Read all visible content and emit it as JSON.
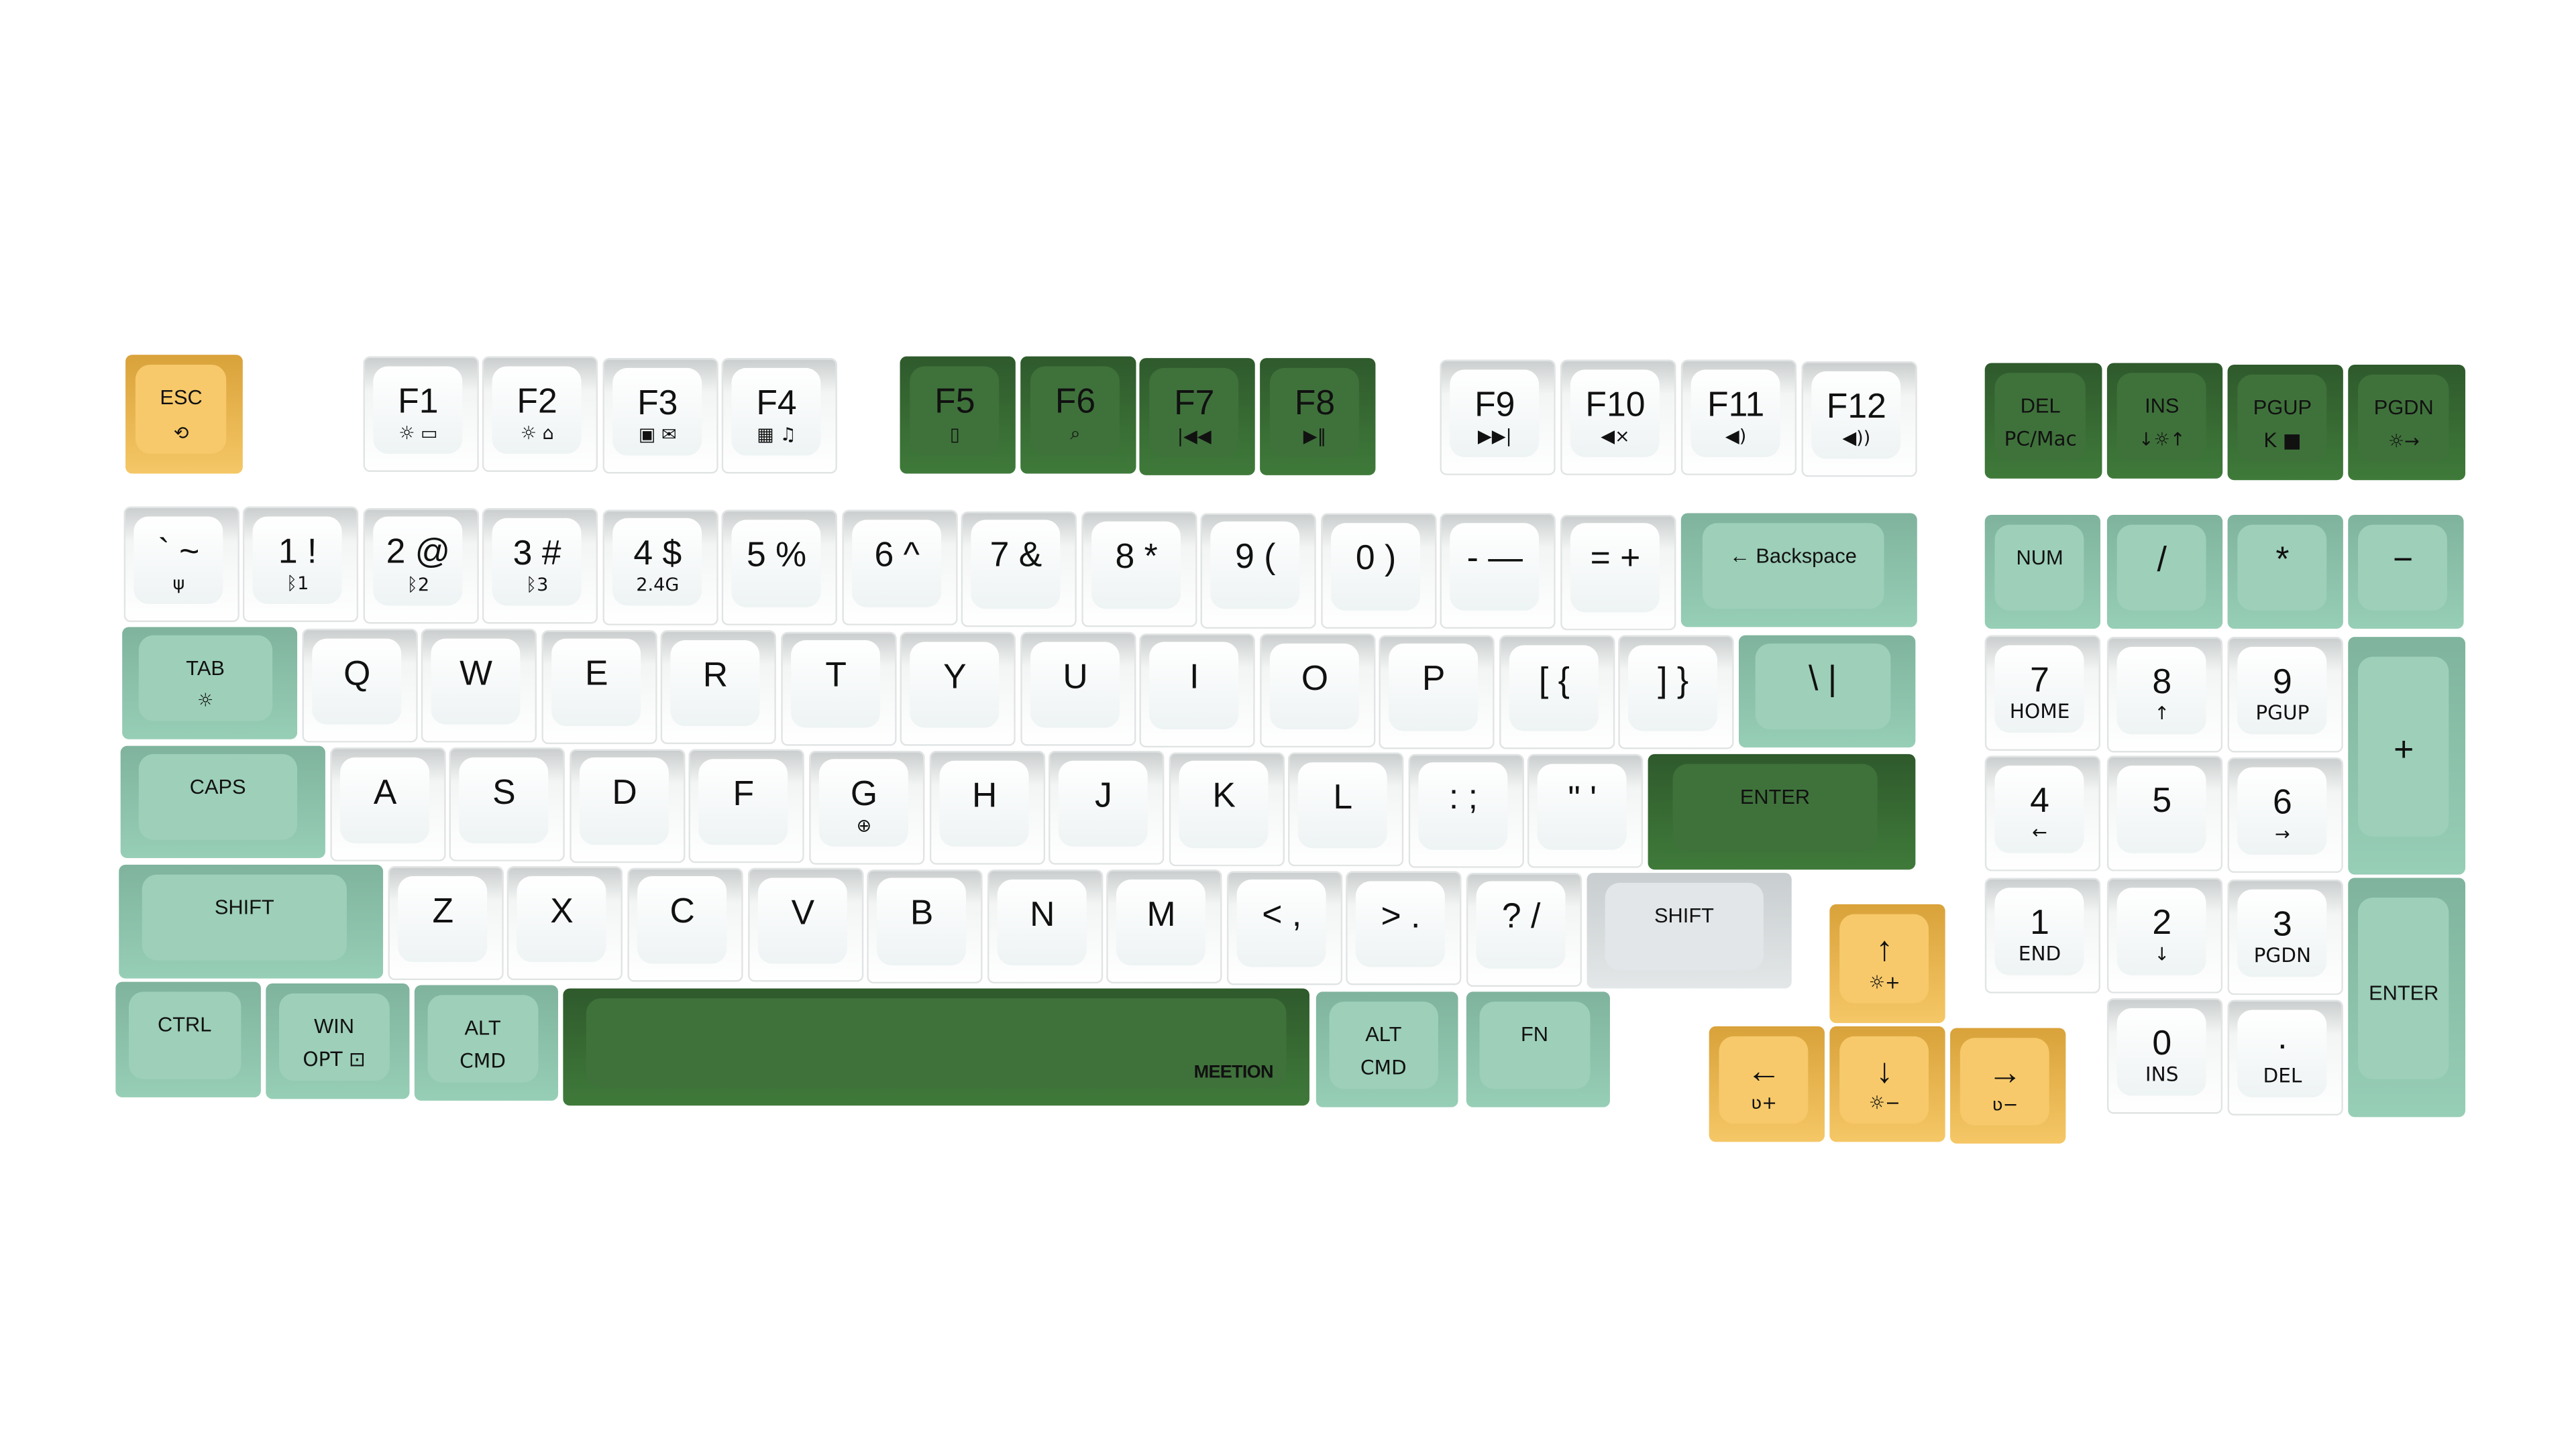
{
  "keyboard": {
    "brand": "MEETION",
    "palette": {
      "yellow": "#f7c96a",
      "dark_green": "#3f723b",
      "mint": "#9dcfb9",
      "white": "#ffffff",
      "grey": "#e2e6e8"
    },
    "function_row": [
      {
        "label": "ESC",
        "sub": "⟲",
        "icon": "reset-icon"
      },
      {
        "label": "F1",
        "sub": "☼ ▭",
        "icon": "backlight-laptop-icon"
      },
      {
        "label": "F2",
        "sub": "☼ ⌂",
        "icon": "backlight-home-icon"
      },
      {
        "label": "F3",
        "sub": "▣ ✉",
        "icon": "window-mail-icon"
      },
      {
        "label": "F4",
        "sub": "▦ ♫",
        "icon": "apps-music-icon"
      },
      {
        "label": "F5",
        "sub": "▯",
        "icon": "calculator-icon"
      },
      {
        "label": "F6",
        "sub": "⌕",
        "icon": "search-icon"
      },
      {
        "label": "F7",
        "sub": "|◀◀",
        "icon": "previous-track-icon"
      },
      {
        "label": "F8",
        "sub": "▶‖",
        "icon": "play-pause-icon"
      },
      {
        "label": "F9",
        "sub": "▶▶|",
        "icon": "next-track-icon"
      },
      {
        "label": "F10",
        "sub": "◀×",
        "icon": "mute-icon"
      },
      {
        "label": "F11",
        "sub": "◀)",
        "icon": "volume-down-icon"
      },
      {
        "label": "F12",
        "sub": "◀))",
        "icon": "volume-up-icon"
      },
      {
        "label": "DEL",
        "sub": "PC/Mac"
      },
      {
        "label": "INS",
        "sub": "↓☼↑",
        "icon": "backlight-mode-icon"
      },
      {
        "label": "PGUP",
        "sub": "K ■",
        "icon": "key-lock-icon"
      },
      {
        "label": "PGDN",
        "sub": "☼→",
        "icon": "backlight-direction-icon"
      }
    ],
    "number_row": [
      {
        "label": "` ~",
        "sub": "ψ",
        "icon": "usb-icon"
      },
      {
        "label": "1 !",
        "sub": "ᛒ1",
        "icon": "bluetooth-1-icon"
      },
      {
        "label": "2 @",
        "sub": "ᛒ2",
        "icon": "bluetooth-2-icon"
      },
      {
        "label": "3 #",
        "sub": "ᛒ3",
        "icon": "bluetooth-3-icon"
      },
      {
        "label": "4 $",
        "sub": "2.4G",
        "icon": "wireless-icon"
      },
      {
        "label": "5 %"
      },
      {
        "label": "6 ^"
      },
      {
        "label": "7 &"
      },
      {
        "label": "8 *"
      },
      {
        "label": "9 ("
      },
      {
        "label": "0 )"
      },
      {
        "label": "- —"
      },
      {
        "label": "= +"
      },
      {
        "label": "← Backspace"
      },
      {
        "label": "NUM"
      },
      {
        "label": "/"
      },
      {
        "label": "*"
      },
      {
        "label": "−"
      }
    ],
    "qwerty_row": [
      {
        "label": "TAB",
        "sub": "☼",
        "icon": "backlight-icon"
      },
      {
        "label": "Q"
      },
      {
        "label": "W"
      },
      {
        "label": "E"
      },
      {
        "label": "R"
      },
      {
        "label": "T"
      },
      {
        "label": "Y"
      },
      {
        "label": "U"
      },
      {
        "label": "I"
      },
      {
        "label": "O"
      },
      {
        "label": "P"
      },
      {
        "label": "[ {"
      },
      {
        "label": "] }"
      },
      {
        "label": "\\ |"
      },
      {
        "label": "7",
        "sub": "HOME"
      },
      {
        "label": "8",
        "sub": "↑"
      },
      {
        "label": "9",
        "sub": "PGUP"
      },
      {
        "label": "+"
      }
    ],
    "home_row": [
      {
        "label": "CAPS"
      },
      {
        "label": "A"
      },
      {
        "label": "S"
      },
      {
        "label": "D"
      },
      {
        "label": "F"
      },
      {
        "label": "G",
        "sub": "⊕",
        "icon": "target-icon"
      },
      {
        "label": "H"
      },
      {
        "label": "J"
      },
      {
        "label": "K"
      },
      {
        "label": "L"
      },
      {
        "label": ": ;"
      },
      {
        "label": "\" '"
      },
      {
        "label": "ENTER"
      },
      {
        "label": "4",
        "sub": "←"
      },
      {
        "label": "5"
      },
      {
        "label": "6",
        "sub": "→"
      }
    ],
    "shift_row": [
      {
        "label": "SHIFT"
      },
      {
        "label": "Z"
      },
      {
        "label": "X"
      },
      {
        "label": "C"
      },
      {
        "label": "V"
      },
      {
        "label": "B"
      },
      {
        "label": "N"
      },
      {
        "label": "M"
      },
      {
        "label": "< ,"
      },
      {
        "label": "> ."
      },
      {
        "label": "? /"
      },
      {
        "label": "SHIFT"
      },
      {
        "label": "↑",
        "sub": "☼+",
        "icon": "brightness-up-icon"
      },
      {
        "label": "1",
        "sub": "END"
      },
      {
        "label": "2",
        "sub": "↓"
      },
      {
        "label": "3",
        "sub": "PGDN"
      },
      {
        "label": "ENTER"
      }
    ],
    "bottom_row": [
      {
        "label": "CTRL"
      },
      {
        "label": "WIN",
        "sub": "OPT ⊡",
        "icon": "win-lock-icon"
      },
      {
        "label": "ALT",
        "sub": "CMD"
      },
      {
        "label": ""
      },
      {
        "label": "ALT",
        "sub": "CMD"
      },
      {
        "label": "FN"
      },
      {
        "label": "←",
        "sub": "ʋ+",
        "icon": "speed-up-icon"
      },
      {
        "label": "↓",
        "sub": "☼−",
        "icon": "brightness-down-icon"
      },
      {
        "label": "→",
        "sub": "ʋ−",
        "icon": "speed-down-icon"
      },
      {
        "label": "0",
        "sub": "INS"
      },
      {
        "label": "·",
        "sub": "DEL"
      }
    ]
  }
}
